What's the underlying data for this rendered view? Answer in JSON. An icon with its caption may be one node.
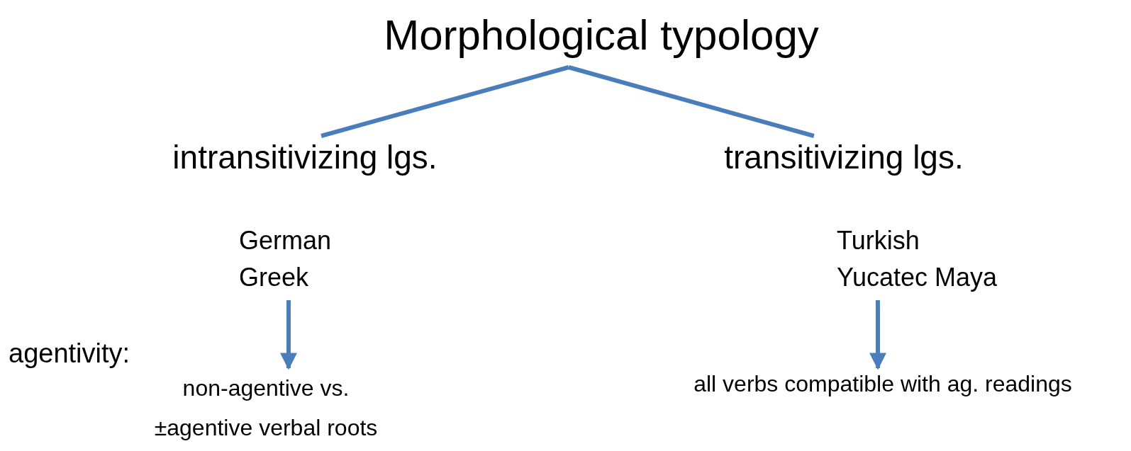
{
  "diagram": {
    "nodes": [
      {
        "text": [
          "Morphological typology"
        ]
      },
      {
        "text": [
          "intransitivizing lgs."
        ]
      },
      {
        "text": [
          "transitivizing lgs."
        ]
      },
      {
        "text": [
          "German",
          "Greek"
        ]
      },
      {
        "text": [
          "non-agentive vs. ±agentive verbal roots"
        ]
      },
      {
        "text": [
          "Turkish",
          "Yucatec Maya"
        ]
      },
      {
        "text": [
          "all verbs compatible with ag. readings"
        ]
      }
    ],
    "edges": [
      {
        "from": 0,
        "to": 1,
        "arrow": "none"
      },
      {
        "from": 0,
        "to": 2,
        "arrow": "none"
      },
      {
        "from": 3,
        "to": 4,
        "arrow": "to"
      },
      {
        "from": 5,
        "to": 6,
        "arrow": "to"
      }
    ],
    "labels": [
      "agentivity:"
    ]
  }
}
